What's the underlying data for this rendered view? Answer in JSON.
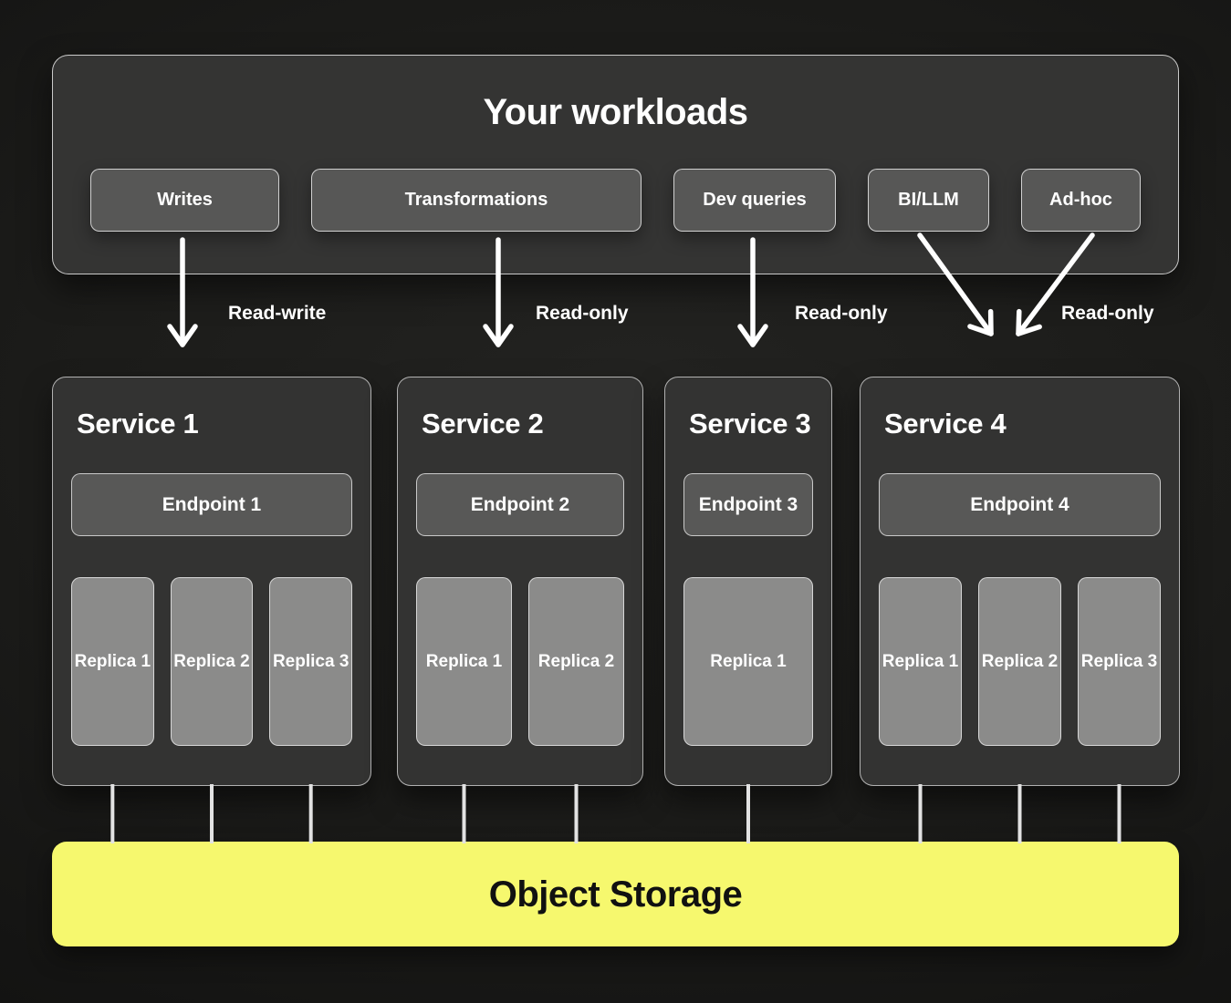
{
  "workloads": {
    "title": "Your workloads",
    "items": [
      {
        "label": "Writes"
      },
      {
        "label": "Transformations"
      },
      {
        "label": "Dev queries"
      },
      {
        "label": "BI/LLM"
      },
      {
        "label": "Ad-hoc"
      }
    ]
  },
  "edges": [
    {
      "label": "Read-write",
      "from": "Writes",
      "to": "Service 1"
    },
    {
      "label": "Read-only",
      "from": "Transformations",
      "to": "Service 2"
    },
    {
      "label": "Read-only",
      "from": "Dev queries",
      "to": "Service 3"
    },
    {
      "label": "Read-only",
      "from": "BI/LLM, Ad-hoc",
      "to": "Service 4"
    }
  ],
  "services": [
    {
      "name": "Service 1",
      "endpoint": "Endpoint 1",
      "replicas": [
        "Replica 1",
        "Replica 2",
        "Replica 3"
      ]
    },
    {
      "name": "Service 2",
      "endpoint": "Endpoint 2",
      "replicas": [
        "Replica 1",
        "Replica 2"
      ]
    },
    {
      "name": "Service 3",
      "endpoint": "Endpoint 3",
      "replicas": [
        "Replica 1"
      ]
    },
    {
      "name": "Service 4",
      "endpoint": "Endpoint 4",
      "replicas": [
        "Replica 1",
        "Replica 2",
        "Replica 3"
      ]
    }
  ],
  "storage": {
    "title": "Object Storage"
  },
  "colors": {
    "accent_yellow": "#f6f86e",
    "container_gray": "#343433",
    "node_gray": "#575756",
    "replica_gray": "#8b8b8a",
    "line_white": "#ffffff",
    "storage_text": "#111111"
  }
}
